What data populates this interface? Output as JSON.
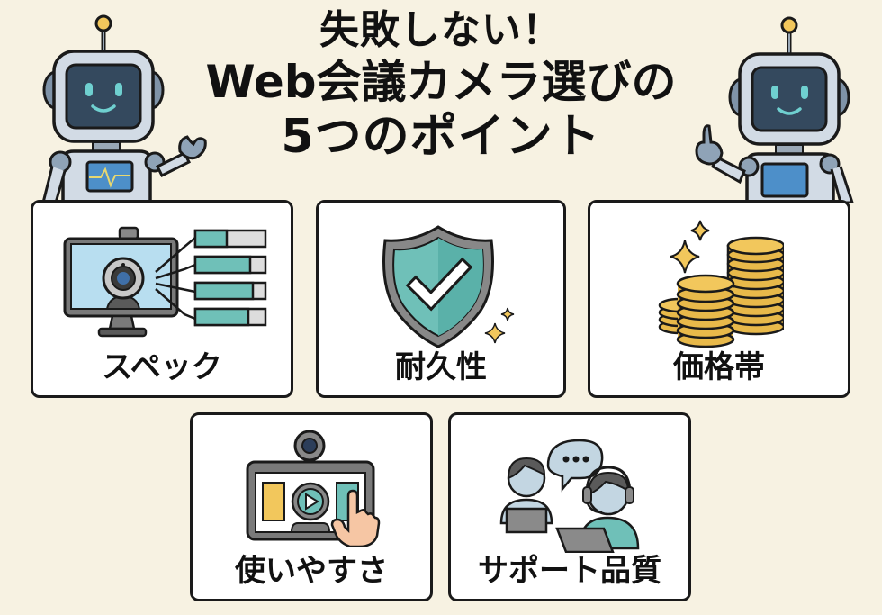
{
  "title": {
    "line1": "失敗しない！",
    "line2": "Web会議カメラ選びの",
    "line3": "5つのポイント"
  },
  "points": [
    {
      "label": "スペック",
      "icon": "monitor-webcam-spec-bars-icon"
    },
    {
      "label": "耐久性",
      "icon": "shield-check-icon"
    },
    {
      "label": "価格帯",
      "icon": "coin-stacks-icon"
    },
    {
      "label": "使いやすさ",
      "icon": "touch-screen-video-icon"
    },
    {
      "label": "サポート品質",
      "icon": "support-agent-icon"
    }
  ],
  "spec_bars": [
    0.45,
    0.78,
    0.82,
    0.75
  ],
  "colors": {
    "background": "#f7f2e2",
    "teal": "#6fc0b8",
    "gold": "#f2c75c",
    "robot_body": "#d2dbe5",
    "robot_screen": "#34495e",
    "outline": "#1a1a1a"
  }
}
